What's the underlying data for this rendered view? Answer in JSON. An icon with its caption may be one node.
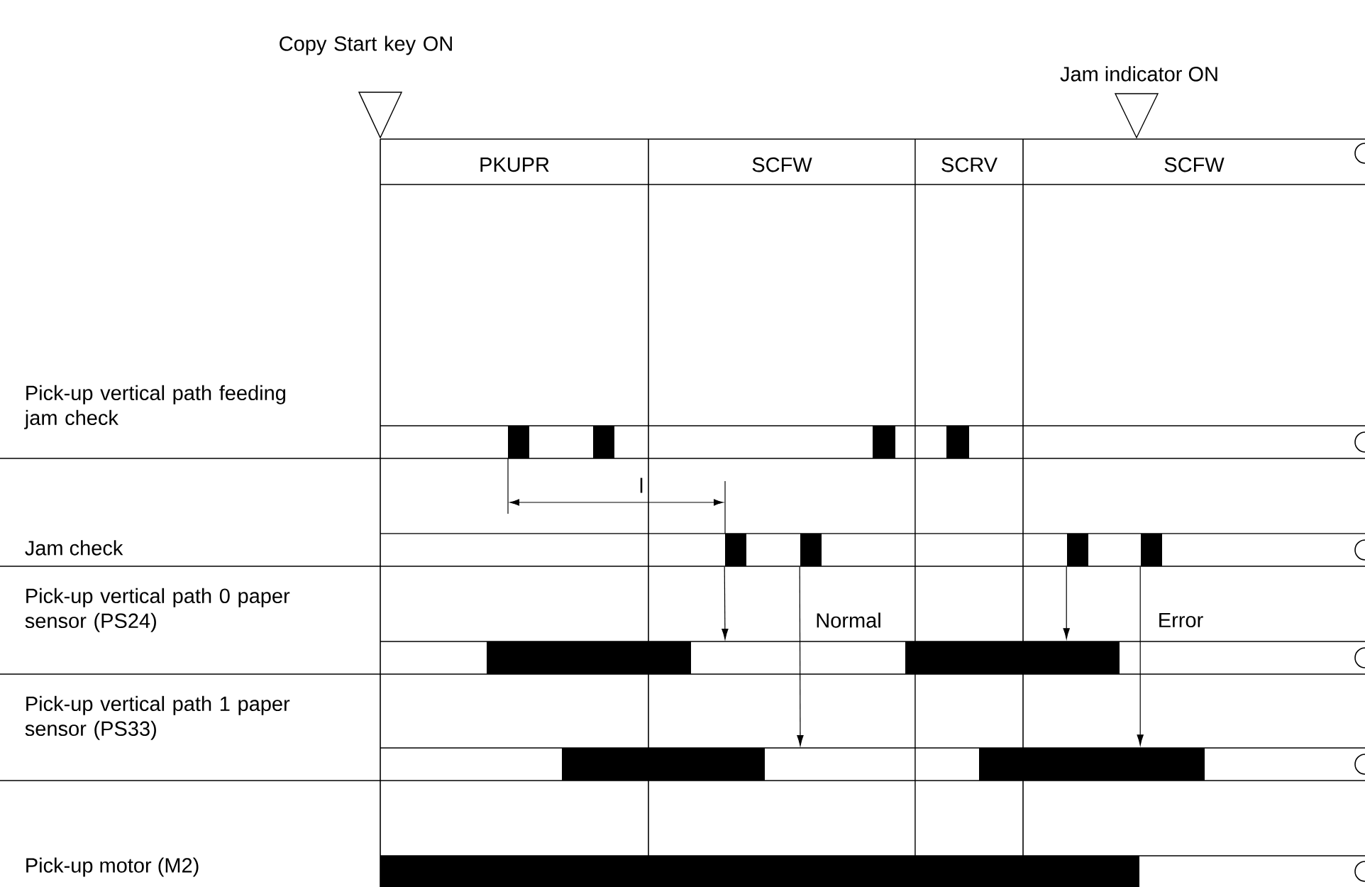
{
  "diagram": {
    "nodes": [
      {
        "text": [
          "PKUPR"
        ]
      },
      {
        "text": [
          "SCFW"
        ]
      },
      {
        "text": [
          "SCRV"
        ]
      },
      {
        "text": [
          "SCFW"
        ]
      },
      {
        "text": [],
        "shape": "bar"
      },
      {
        "text": [],
        "shape": "bar"
      },
      {
        "text": [],
        "shape": "bar"
      },
      {
        "text": [],
        "shape": "bar"
      },
      {
        "text": [],
        "shape": "bar"
      },
      {
        "text": [],
        "shape": "bar"
      },
      {
        "text": [],
        "shape": "bar"
      },
      {
        "text": [],
        "shape": "bar"
      },
      {
        "text": [],
        "shape": "bar"
      },
      {
        "text": [],
        "shape": "bar"
      },
      {
        "text": [],
        "shape": "bar"
      },
      {
        "text": [],
        "shape": "bar"
      },
      {
        "text": [],
        "shape": "bar"
      }
    ],
    "edges": [
      {
        "from": 8,
        "to": null,
        "arrow": "to"
      },
      {
        "from": 9,
        "to": null,
        "arrow": "to"
      },
      {
        "from": 10,
        "to": 13,
        "arrow": "to"
      },
      {
        "from": 11,
        "to": 15,
        "arrow": "to"
      }
    ],
    "labels": [
      "Copy Start key ON",
      "Jam indicator ON",
      "Pick-up vertical path feeding jam check",
      "l",
      "Jam check",
      "Pick-up vertical path 0 paper sensor (PS24)",
      "Normal",
      "Error",
      "Pick-up vertical path 1 paper sensor (PS33)",
      "Pick-up motor (M2)"
    ]
  }
}
